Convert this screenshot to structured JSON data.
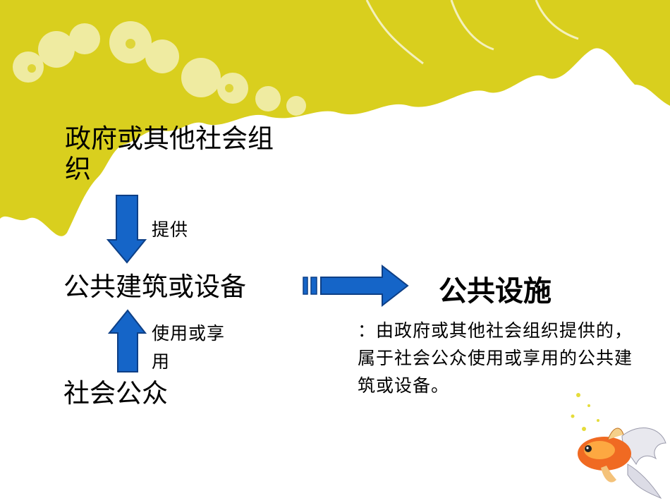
{
  "nodes": {
    "government": "政府或其他社会组织",
    "facilities": "公共建筑或设备",
    "public": "社会公众"
  },
  "edges": {
    "provide": "提供",
    "use": "使用或享用"
  },
  "term": "公共设施",
  "definition": "：由政府或其他社会组织提供的，属于社会公众使用或享用的公共建筑或设备。",
  "colors": {
    "arrow_fill": "#1565c8",
    "arrow_stroke": "#0d3f86",
    "banner_yellow": "#d9cf1e",
    "background": "#ffffff"
  }
}
